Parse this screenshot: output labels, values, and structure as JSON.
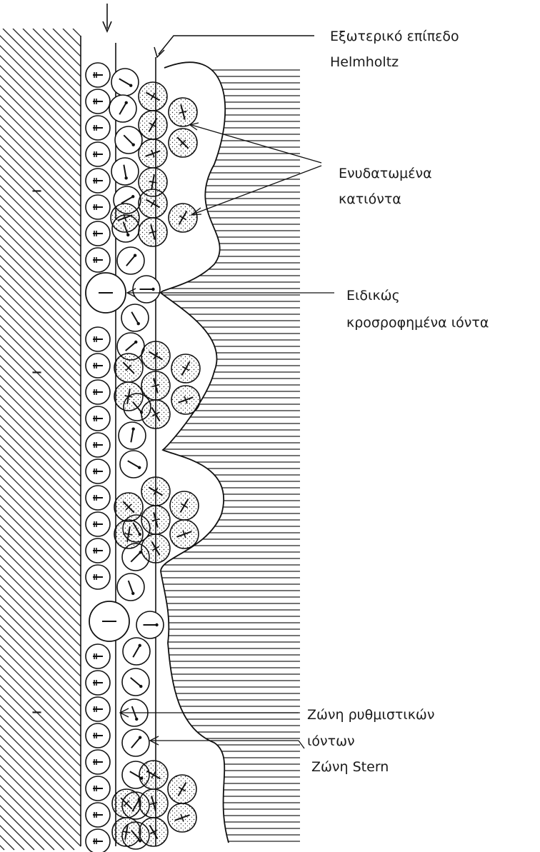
{
  "labels": {
    "outer_helmholtz_line1": "Εξωτερικό επίπεδο",
    "outer_helmholtz_line2": "Helmholtz",
    "hydrated_cations_line1": "Ενυδατωμένα",
    "hydrated_cations_line2": "κατιόντα",
    "specific_adsorbed_line1": "Ειδικώς",
    "specific_adsorbed_line2": "κροσροφημένα ιόντα",
    "buffer_zone_line1": "Ζώνη ρυθμιστικών",
    "buffer_zone_line2": "ιόντων",
    "stern_zone": "Ζώνη Stern"
  },
  "surface_charges": [
    "–",
    "–",
    "–",
    "–"
  ],
  "colors": {
    "ink": "#111111",
    "background": "#ffffff"
  }
}
